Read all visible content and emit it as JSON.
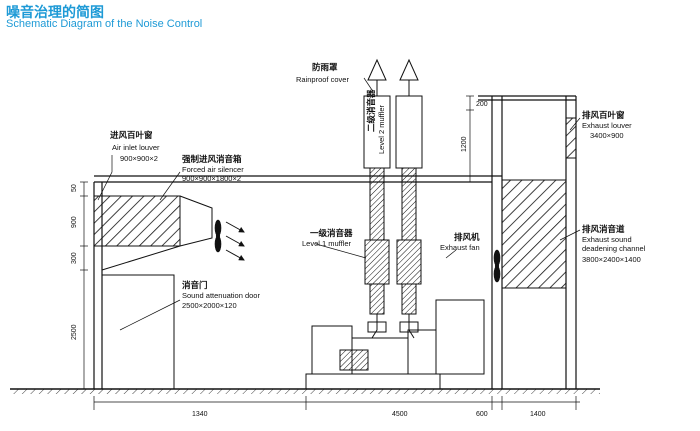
{
  "header": {
    "title_cn": "噪音治理的简图",
    "title_en": "Schematic Diagram of the Noise Control"
  },
  "labels": {
    "rainproof_cn": "防雨罩",
    "rainproof_en": "Rainproof cover",
    "level2_cn": "二级消音器",
    "level2_en": "Level 2 muffler",
    "level1_cn": "一级消音器",
    "level1_en": "Level 1 muffler",
    "air_inlet_cn": "进风百叶窗",
    "air_inlet_en": "Air inlet louver",
    "air_inlet_size": "900×900×2",
    "forced_cn": "强制进风消音箱",
    "forced_en": "Forced air silencer",
    "forced_size": "900×900×1800×2",
    "door_cn": "消音门",
    "door_en": "Sound attenuation door",
    "door_size": "2500×2000×120",
    "exhaust_fan_cn": "排风机",
    "exhaust_fan_en": "Exhaust fan",
    "exhaust_louver_cn": "排风百叶窗",
    "exhaust_louver_en": "Exhaust louver",
    "exhaust_louver_size": "3400×900",
    "channel_cn": "排风消音道",
    "channel_en1": "Exhaust sound",
    "channel_en2": "deadening channel",
    "channel_size": "3800×2400×1400"
  },
  "dimensions": {
    "d_1340": "1340",
    "d_4500": "4500",
    "d_600": "600",
    "d_1400": "1400",
    "d_50": "50",
    "d_900": "900",
    "d_300": "300",
    "d_2500": "2500",
    "d_200": "200",
    "d_1200": "1200"
  },
  "colors": {
    "title": "#1e9ad6",
    "line": "#111111"
  }
}
